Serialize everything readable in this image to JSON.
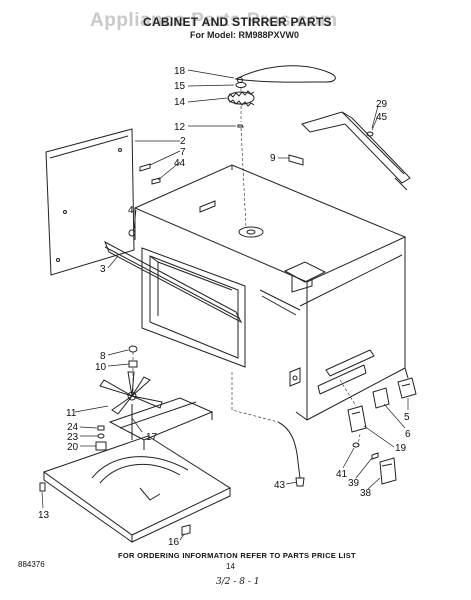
{
  "header": {
    "watermark": "Appliance Parts Pros.com",
    "title": "CABINET AND STIRRER PARTS",
    "model_line": "For Model: RM988PXVW0"
  },
  "callouts": [
    "18",
    "15",
    "14",
    "12",
    "29",
    "45",
    "9",
    "2",
    "7",
    "44",
    "4",
    "3",
    "8",
    "10",
    "11",
    "24",
    "23",
    "20",
    "17",
    "13",
    "16",
    "5",
    "6",
    "19",
    "41",
    "39",
    "38",
    "43"
  ],
  "footer": {
    "ordering_note": "FOR ORDERING INFORMATION REFER TO PARTS PRICE LIST",
    "page_number": "14",
    "doc_code": "884376",
    "handwritten": "3/2 - 8 - 1"
  }
}
